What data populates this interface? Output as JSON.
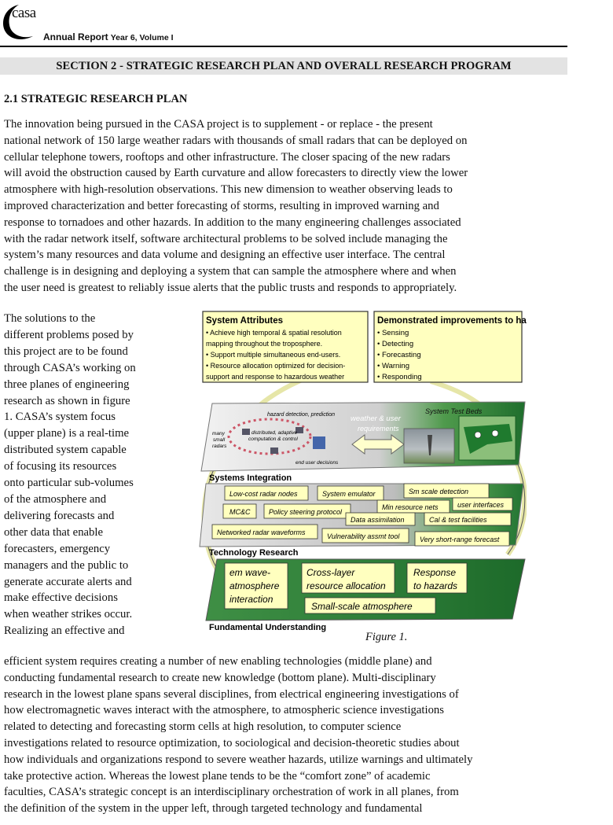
{
  "header": {
    "logo_text": "casa",
    "report_title": "Annual Report",
    "report_volume": "Year 6, Volume I"
  },
  "section_title": "SECTION 2 - STRATEGIC RESEARCH PLAN AND OVERALL RESEARCH PROGRAM",
  "subsection": {
    "number": "2.1",
    "title": "STRATEGIC RESEARCH PLAN"
  },
  "paragraph1": [
    "The innovation being pursued in the CASA project is to supplement - or replace - the present",
    "national network of 150 large weather radars with thousands of small radars that can be deployed on",
    "cellular telephone towers, rooftops and other infrastructure. The closer spacing of the new radars",
    "will avoid the obstruction caused by Earth curvature and allow forecasters to directly view the lower",
    "atmosphere with high-resolution observations. This new dimension to weather observing leads to",
    "improved characterization and better forecasting of storms, resulting in  improved warning and",
    "response to tornadoes and other hazards. In addition to the many engineering challenges associated",
    "with the radar network itself, software architectural problems to be solved include managing the",
    "system’s many resources and data volume and designing an effective user interface. The central",
    "challenge is in designing and deploying a system that can sample the atmosphere where and when",
    "the user need is greatest to reliably issue alerts that the public trusts and responds to appropriately."
  ],
  "paragraph2": [
    "The solutions to the",
    "different problems posed by",
    "this project are to be found",
    "through CASA’s working on",
    "three planes of engineering",
    "research as shown in figure",
    "1. CASA’s system focus",
    "(upper plane) is a real-time",
    "distributed system capable",
    "of focusing its resources",
    "onto particular sub-volumes",
    "of the atmosphere and",
    "delivering forecasts and",
    "other data that enable",
    "forecasters, emergency",
    "managers and the public to",
    "generate accurate alerts and",
    "make effective decisions",
    "when weather strikes occur.",
    "Realizing an effective and"
  ],
  "paragraph3": [
    "efficient system requires creating a number of new enabling technologies (middle plane) and",
    "conducting fundamental research to create new knowledge (bottom plane).  Multi-disciplinary",
    "research in the lowest plane spans several disciplines, from electrical engineering investigations of",
    "how electromagnetic waves interact with the atmosphere, to atmospheric science investigations",
    "related to detecting  and forecasting storm cells at high resolution, to computer science",
    "investigations related to resource optimization, to sociological and decision-theoretic studies about",
    "how individuals and organizations respond to severe weather hazards, utilize warnings and ultimately",
    "take protective action.  Whereas the lowest plane tends to be the “comfort zone” of academic",
    "faculties, CASA’s strategic concept is an interdisciplinary orchestration of work in all planes, from",
    "the definition of the system in the upper left, through targeted technology and fundamental"
  ],
  "figure": {
    "caption": "Figure 1.",
    "system_attributes": {
      "title": "System Attributes",
      "lines": [
        "• Achieve high temporal & spatial resolution",
        "mapping throughout the troposphere.",
        "• Support multiple simultaneous end-users.",
        "• Resource allocation optimized for decision-",
        "support and response to hazardous weather"
      ]
    },
    "improvements": {
      "title": "Demonstrated improvements to hazard",
      "lines": [
        "• Sensing",
        "• Detecting",
        "• Forecasting",
        "• Warning",
        "• Responding"
      ]
    },
    "top_plane": {
      "hazard": "hazard detection, prediction",
      "many": "many",
      "small": "small",
      "radars": "radars",
      "distributed1": "distributed, adaptive",
      "distributed2": "computation & control",
      "end_user": "end user decisions",
      "weather1": "weather & user",
      "weather2": "requirements",
      "test_beds": "System Test Beds"
    },
    "plane_labels": {
      "top": "Systems Integration",
      "middle": "Technology Research",
      "bottom": "Fundamental Understanding"
    },
    "technology_boxes": [
      "Low-cost radar nodes",
      "System emulator",
      "Sm scale detection",
      "MC&C",
      "Policy steering protocol",
      "Min resource nets",
      "user interfaces",
      "Data assimilation",
      "Cal & test facilities",
      "Networked radar waveforms",
      "Vulnerability assmt tool",
      "Very short-range forecast"
    ],
    "fundamental_boxes": {
      "em": [
        "em wave-",
        "atmosphere",
        "interaction"
      ],
      "cross": [
        "Cross-layer",
        "resource allocation"
      ],
      "response": [
        "Response",
        "to hazards"
      ],
      "small": "Small-scale atmosphere"
    }
  },
  "colors": {
    "section_bar": "#e3e3e3",
    "callout_fill": "#ffffbf",
    "plane_green": "#2e8b3a",
    "plane_gray": "#9a9a9a",
    "arrow_fill": "#ffffcc"
  }
}
